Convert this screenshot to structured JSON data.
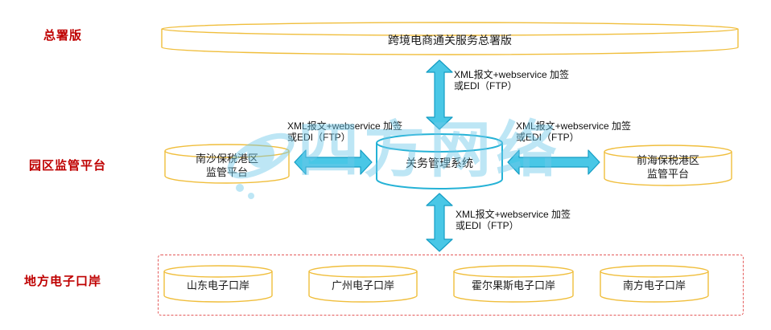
{
  "tiers": {
    "tier1": "总署版",
    "tier2": "园区监管平台",
    "tier3": "地方电子口岸"
  },
  "nodes": {
    "headquarters": "跨境电商通关服务总署版",
    "center": "关务管理系统",
    "nansha": {
      "line1": "南沙保税港区",
      "line2": "监管平台"
    },
    "qianhai": {
      "line1": "前海保税港区",
      "line2": "监管平台"
    },
    "ports": [
      "山东电子口岸",
      "广州电子口岸",
      "霍尔果斯电子口岸",
      "南方电子口岸"
    ]
  },
  "edge_labels": {
    "top": {
      "line1": "XML报文+webservice 加签",
      "line2": "或EDI（FTP）"
    },
    "left": {
      "line1": "XML报文+webservice 加签",
      "line2": "或EDI（FTP）"
    },
    "right": {
      "line1": "XML报文+webservice 加签",
      "line2": "或EDI（FTP）"
    },
    "bottom": {
      "line1": "XML报文+webservice 加签",
      "line2": "或EDI（FTP）"
    }
  },
  "watermark": "四方网络",
  "colors": {
    "gold_border": "#f0be3c",
    "cyan_border": "#25b2d6",
    "arrow_fill": "#49c7e6",
    "tier_label_red": "#bf0000",
    "dashed_border_red": "#e45b5b",
    "watermark_blue": "#6fc9ea"
  }
}
